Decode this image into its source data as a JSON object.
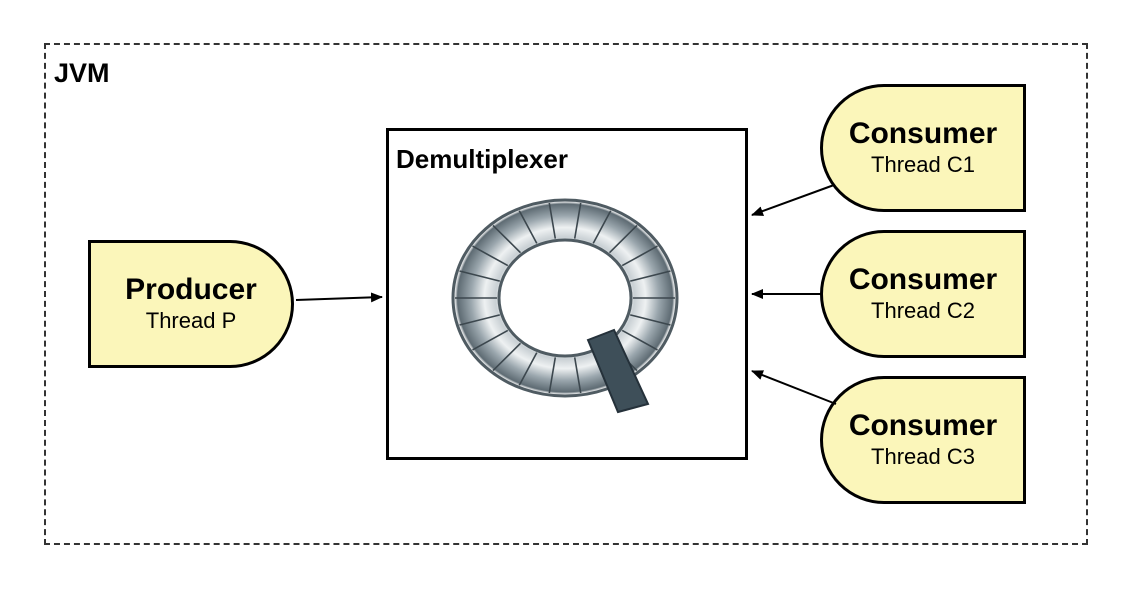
{
  "colors": {
    "node_fill": "#fbf6ba",
    "border": "#000000",
    "boundary": "#333333"
  },
  "jvm": {
    "label": "JVM"
  },
  "demultiplexer": {
    "label": "Demultiplexer",
    "icon": "ring-buffer-icon"
  },
  "producer": {
    "title": "Producer",
    "subtitle": "Thread P"
  },
  "consumers": [
    {
      "title": "Consumer",
      "subtitle": "Thread C1"
    },
    {
      "title": "Consumer",
      "subtitle": "Thread C2"
    },
    {
      "title": "Consumer",
      "subtitle": "Thread C3"
    }
  ]
}
